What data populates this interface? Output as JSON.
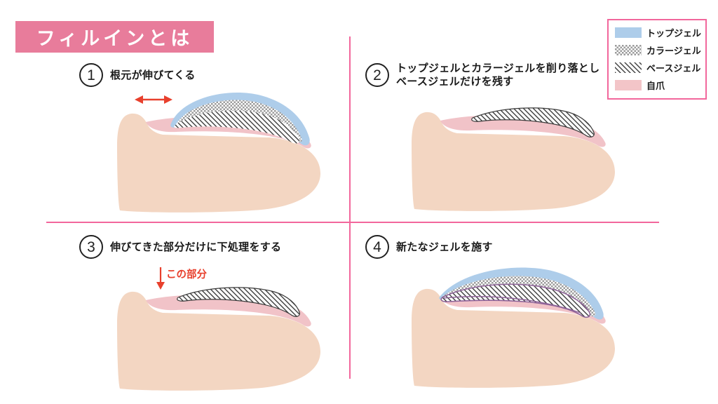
{
  "title": "フィルインとは",
  "legend": {
    "items": [
      {
        "label": "トップジェル",
        "swatch": "top-gel-swatch",
        "type": "solid",
        "color": "#aecdea"
      },
      {
        "label": "カラージェル",
        "swatch": "color-gel-swatch",
        "type": "checker"
      },
      {
        "label": "ベースジェル",
        "swatch": "base-gel-swatch",
        "type": "diagonal"
      },
      {
        "label": "自爪",
        "swatch": "natural-nail-swatch",
        "type": "solid",
        "color": "#f3c5c8"
      }
    ]
  },
  "steps": [
    {
      "number": "1",
      "caption": "根元が伸びてくる"
    },
    {
      "number": "2",
      "caption": "トップジェルとカラージェルを削り落とし",
      "caption_line2": "ベースジェルだけを残す"
    },
    {
      "number": "3",
      "caption": "伸びてきた部分だけに下処理をする",
      "annotation": "この部分"
    },
    {
      "number": "4",
      "caption": "新たなジェルを施す"
    }
  ],
  "colors": {
    "accent_pink": "#f2679c",
    "title_bg": "#e87c9b",
    "top_gel_blue": "#aecdea",
    "natural_nail_pink": "#f1c3c8",
    "skin": "#f3d6c2",
    "annotation_red": "#e8402d",
    "old_gel_outline_purple": "#8f6399",
    "hatch_dark": "#3c3c3c",
    "checker_gray": "#9b9b9b"
  }
}
